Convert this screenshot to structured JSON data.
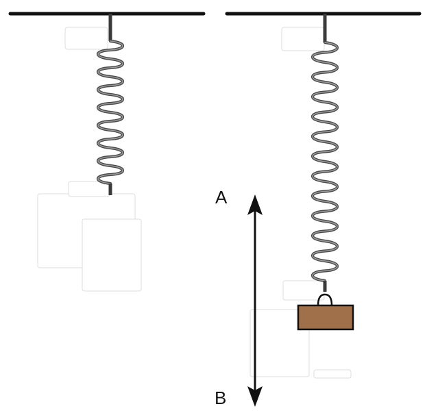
{
  "labels": {
    "top": "A",
    "bottom": "B"
  },
  "colors": {
    "ceiling": "#111111",
    "spring": "#4a4a4a",
    "mass": "#a0704a",
    "arrow": "#111111"
  },
  "springs": {
    "left": {
      "coils": 8,
      "mass_attached": false
    },
    "right": {
      "coils": 12,
      "mass_attached": true
    }
  },
  "arrow": {
    "type": "double-headed"
  }
}
